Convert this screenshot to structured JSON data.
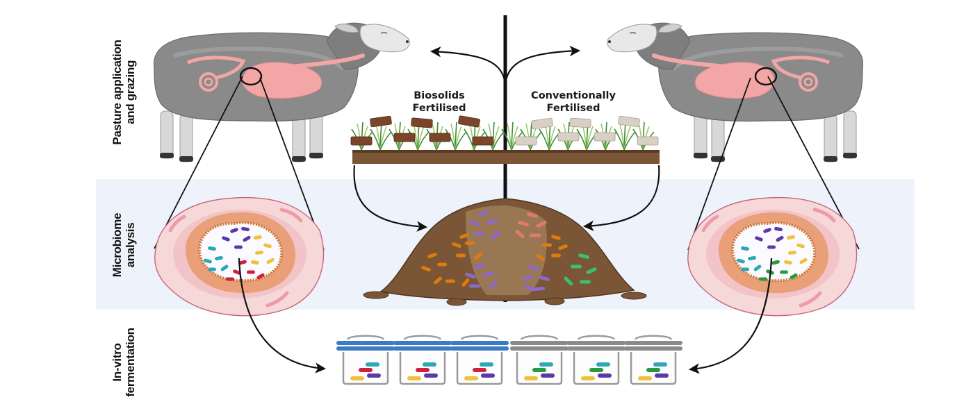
{
  "figure": {
    "rows": [
      {
        "id": "pasture",
        "label_lines": [
          "Pasture application",
          "and grazing"
        ]
      },
      {
        "id": "microbiome",
        "label_lines": [
          "Microbiome",
          "analysis"
        ]
      },
      {
        "id": "fermentation",
        "label_lines": [
          "In-vitro",
          "fermentation"
        ]
      }
    ],
    "groups": [
      {
        "id": "biosolids",
        "title_lines": [
          "Biosolids",
          "Fertilised"
        ],
        "fertiliser_color": "#7a4528",
        "soil_bacteria_colors": [
          "#8e6ac8",
          "#e07a10"
        ],
        "gut_bacteria_colors": [
          "#5b3aa8",
          "#2aa8b8",
          "#f0c040",
          "#d02040"
        ],
        "vessel_lid_color": "#3a7cc4",
        "vessel_count": 3
      },
      {
        "id": "conventional",
        "title_lines": [
          "Conventionally",
          "Fertilised"
        ],
        "fertiliser_color": "#d8d0c4",
        "soil_bacteria_colors": [
          "#e07a70",
          "#e07a10",
          "#8e6ac8",
          "#3cc070"
        ],
        "gut_bacteria_colors": [
          "#5b3aa8",
          "#2aa8b8",
          "#f0c040",
          "#2a9a40"
        ],
        "vessel_lid_color": "#8a8a8a",
        "vessel_count": 3
      }
    ],
    "colors": {
      "band_background": "#eef3fb",
      "sheep_wool": "#8a8a8a",
      "sheep_face": "#e8e8e8",
      "gut": "#f2a6a6",
      "soil": "#7a5536",
      "soil_light": "#a88660",
      "grass": "#3e8a3a",
      "tissue_outer": "#f6d8d8",
      "tissue_mid": "#e9a078",
      "arrow": "#111111"
    }
  }
}
